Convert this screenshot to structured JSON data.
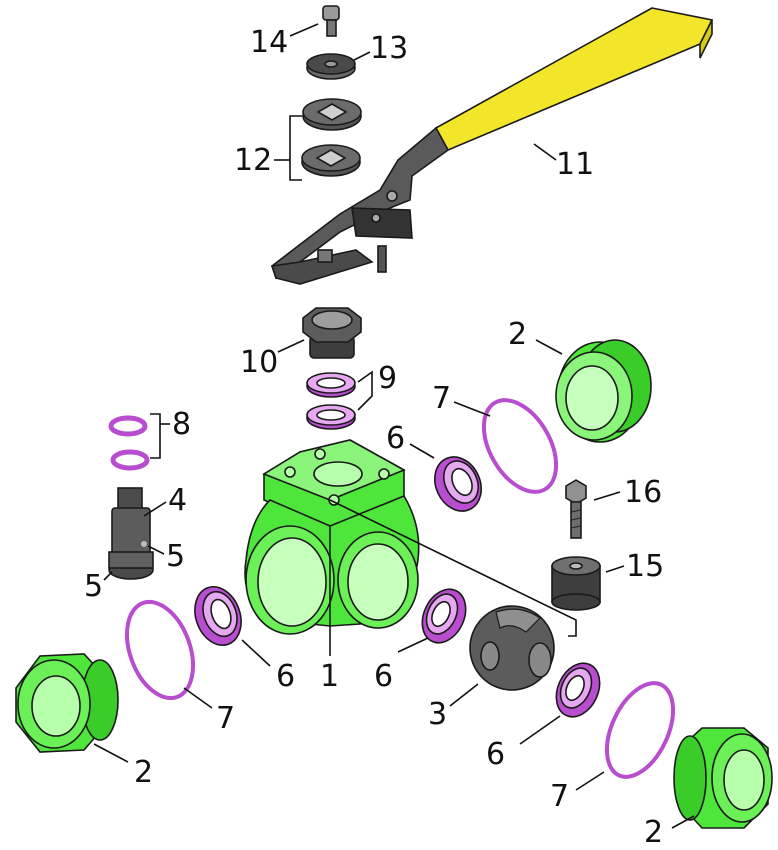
{
  "colors": {
    "body_green": "#4ee63a",
    "body_green_light": "#8af57a",
    "seal_magenta": "#b84dcf",
    "seal_magenta_light": "#e7a8f2",
    "handle_yellow": "#f2e52a",
    "steel_gray": "#555555",
    "steel_gray_light": "#8f8f8f"
  },
  "parts": {
    "body": "1",
    "end_connector": "2",
    "ball": "3",
    "stem": "4",
    "stem_hole": "5",
    "seat_ring": "6",
    "o_ring_large": "7",
    "stem_o_rings": "8",
    "gland_rings": "9",
    "gland_nut": "10",
    "handle": "11",
    "washers": "12",
    "lock_washer": "13",
    "screw": "14",
    "stop_block": "15",
    "stop_bolt": "16"
  }
}
